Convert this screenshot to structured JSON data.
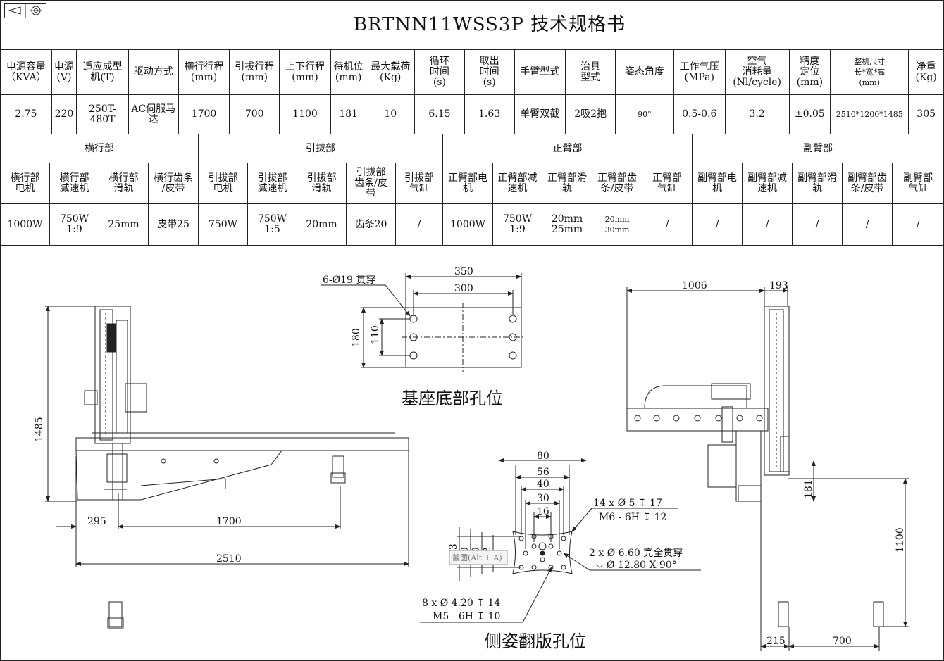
{
  "title": "BRTNN11WSS3P 技术规格书",
  "spec_table": {
    "headers": [
      "电源容量\n（KVA）",
      "电源\n(V)",
      "适应成型\n机(T)",
      "驱动方式",
      "横行行程\n(mm)",
      "引拔行程\n(mm)",
      "上下行程\n(mm)",
      "待机位\n(mm)",
      "最大载荷\n(Kg)",
      "循环\n时间\n(s)",
      "取出\n时间\n(s)",
      "手臂型式",
      "治具\n型式",
      "姿态角度",
      "工作气压\n(MPa)",
      "空气\n消耗量\n(Nl/cycle)",
      "精度\n定位\n(mm)",
      "整机尺寸\n长*宽*高\n(mm)",
      "净重\n(Kg)"
    ],
    "values": [
      "2.75",
      "220",
      "250T-\n480T",
      "AC伺服马\n达",
      "1700",
      "700",
      "1100",
      "181",
      "10",
      "6.15",
      "1.63",
      "单臂双截",
      "2吸2抱",
      "90°",
      "0.5-0.6",
      "3.2",
      "±0.05",
      "2510*1200*1485",
      "305"
    ]
  },
  "components_table": {
    "groups": [
      "横行部",
      "引拔部",
      "正臂部",
      "副臂部"
    ],
    "headers": [
      "横行部\n电机",
      "横行部\n减速机",
      "横行部\n滑轨",
      "横行齿条\n/皮带",
      "引拔部\n电机",
      "引拔部\n减速机",
      "引拔部\n滑轨",
      "引拔部\n齿条/皮\n带",
      "引拔部\n气缸",
      "正臂部电\n机",
      "正臂部减\n速机",
      "正臂部滑\n轨",
      "正臂部齿\n条/皮带",
      "正臂部\n气缸",
      "副臂部电\n机",
      "副臂部减\n速机",
      "副臂部滑\n轨",
      "副臂部齿\n条/皮带",
      "副臂部\n气缸"
    ],
    "values": [
      "1000W",
      "750W\n1:9",
      "25mm",
      "皮带25",
      "750W",
      "750W\n1:5",
      "20mm",
      "齿条20",
      "/",
      "1000W",
      "750W\n1:9",
      "20mm\n25mm",
      "20mm\n30mm",
      "/",
      "/",
      "/",
      "/",
      "/",
      "/"
    ]
  },
  "base_drawing": {
    "caption": "基座底部孔位",
    "holes_note": "6-Ø19 贯穿",
    "dims": [
      "350",
      "300",
      "180",
      "110"
    ]
  },
  "flip_drawing": {
    "caption": "侧姿翻版孔位",
    "dims_top": [
      "80",
      "56",
      "40",
      "30",
      "16"
    ],
    "dims_left": [
      "53",
      "0",
      "0",
      "2"
    ],
    "note1_line1": "14 x Ø 5 ↧ 17",
    "note1_line2": "M6 - 6H ↧ 12",
    "note2_line1": "2 x Ø 6.60 完全贯穿",
    "note2_line2": "⌵ Ø 12.80 X 90°",
    "note3_line1": "8 x Ø 4.20 ↧ 14",
    "note3_line2": "M5 - 6H ↧ 10",
    "overlay": "截图(Alt + A)"
  },
  "front_view": {
    "dims": [
      "1485",
      "295",
      "1700",
      "2510"
    ]
  },
  "side_view": {
    "dims": [
      "1006",
      "193",
      "181",
      "1100",
      "215",
      "700"
    ]
  }
}
